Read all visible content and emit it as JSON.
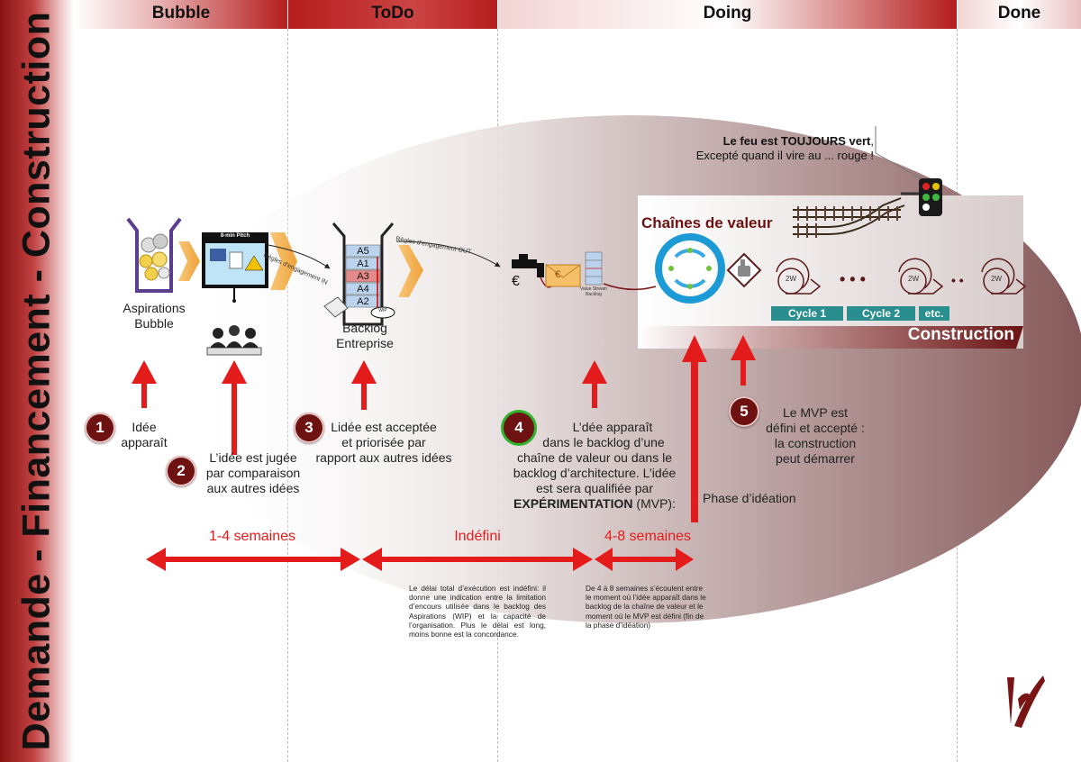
{
  "side_title": "Demande - Financement - Construction",
  "columns": [
    {
      "label": "Bubble"
    },
    {
      "label": "ToDo"
    },
    {
      "label": "Doing"
    },
    {
      "label": "Done"
    }
  ],
  "feu": {
    "line1_a": "Le feu est ",
    "line1_b": "TOUJOURS vert",
    "line1_c": ",",
    "line2": "Excepté quand il vire au ... rouge !"
  },
  "chaines_title": "Chaînes de valeur",
  "construction_label": "Construction",
  "cycles": [
    "Cycle 1",
    "Cycle 2",
    "etc."
  ],
  "iteration_label": "2W",
  "aspirations": {
    "line1": "Aspirations",
    "line2": "Bubble"
  },
  "pitch_title": "8-min Pitch",
  "backlog": {
    "line1": "Backlog",
    "line2": "Entreprise",
    "items": [
      "A5",
      "A1",
      "A3",
      "A4",
      "A2"
    ],
    "wip": "WIP"
  },
  "regles_in": "Règles d’engagement IN",
  "regles_out": "Règles d’engagement OUT",
  "vs_backlog": {
    "line1": "Value Stream",
    "line2": "Backlog"
  },
  "steps": [
    {
      "n": "1",
      "text": [
        "Idée",
        "apparaît"
      ]
    },
    {
      "n": "2",
      "text": [
        "L’idée est jugée",
        "par comparaison",
        "aux autres idées"
      ]
    },
    {
      "n": "3",
      "text": [
        "Lidée est acceptée",
        "et priorisée par",
        "rapport aux autres idées"
      ]
    },
    {
      "n": "4",
      "text": [
        "L’dée apparaît",
        "dans le backlog d’une",
        "chaîne de valeur ou dans le",
        "backlog d’architecture. L’idée",
        "est sera qualifiée par"
      ],
      "bold": "EXPÉRIMENTATION",
      "tail": " (MVP):"
    },
    {
      "n": "5",
      "text": [
        "Le MVP est",
        "défini et accepté :",
        "la construction",
        "peut démarrer"
      ]
    }
  ],
  "phase_label": "Phase d’idéation",
  "durations": [
    {
      "label": "1-4 semaines"
    },
    {
      "label": "Indéfini"
    },
    {
      "label": "4-8 semaines"
    }
  ],
  "note_indefini": "Le délai total d’exécution est indéfini: il donne une indication entre la limitation d’encours utilisée dans le backlog des Aspirations (WIP) et la capacité de l’organisation. Plus le délai est long, moins bonne est la concordance.",
  "note_48": "De 4 à 8 semaines s’écoulent entre le moment où l’idée apparaît dans le backlog de la chaîne de valeur et le moment où le MVP est défini (fin de la phase d’idéation)",
  "colors": {
    "accent_red": "#e41b1b",
    "dark_red": "#6e1111",
    "header_red": "#b51d1d",
    "green": "#2fb52f",
    "teal": "#1c9ad6"
  }
}
